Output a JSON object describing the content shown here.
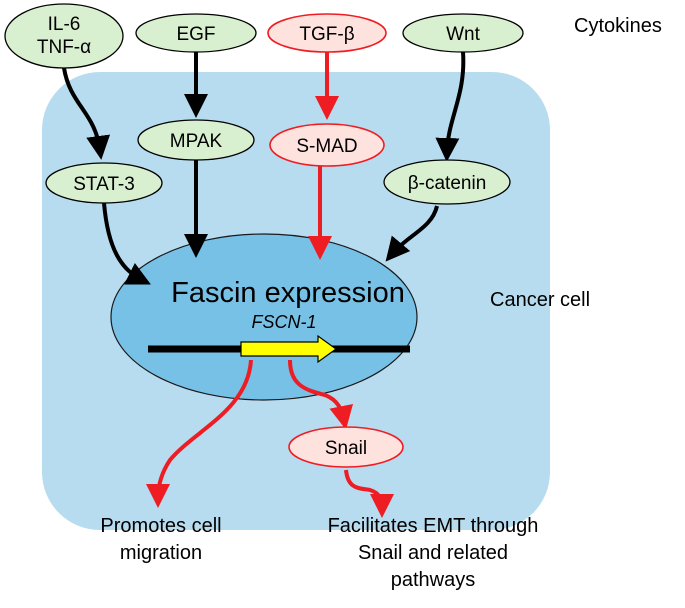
{
  "cytokines_label": "Cytokines",
  "cancer_cell_label": "Cancer cell",
  "nodes": {
    "il6": {
      "line1": "IL-6",
      "line2": "TNF-α"
    },
    "egf": "EGF",
    "tgfb": "TGF-β",
    "wnt": "Wnt",
    "mpak": "MPAK",
    "smad": "S-MAD",
    "stat3": "STAT-3",
    "bcatenin": "β-catenin",
    "snail": "Snail"
  },
  "nucleus": {
    "title": "Fascin expression",
    "gene": "FSCN-1"
  },
  "outcomes": {
    "migration": {
      "line1": "Promotes cell",
      "line2": "migration"
    },
    "emt": {
      "line1": "Facilitates EMT through",
      "line2": "Snail and related",
      "line3": "pathways"
    }
  },
  "colors": {
    "cell_fill": "#b7dcf0",
    "nucleus_fill": "#78c1e6",
    "node_fill": "#d9f0d0",
    "tgf_node_fill": "#fde2de",
    "red_arrow": "#ee1d23",
    "black_arrow": "#000000",
    "gene_arrow_fill": "#ffff00"
  }
}
